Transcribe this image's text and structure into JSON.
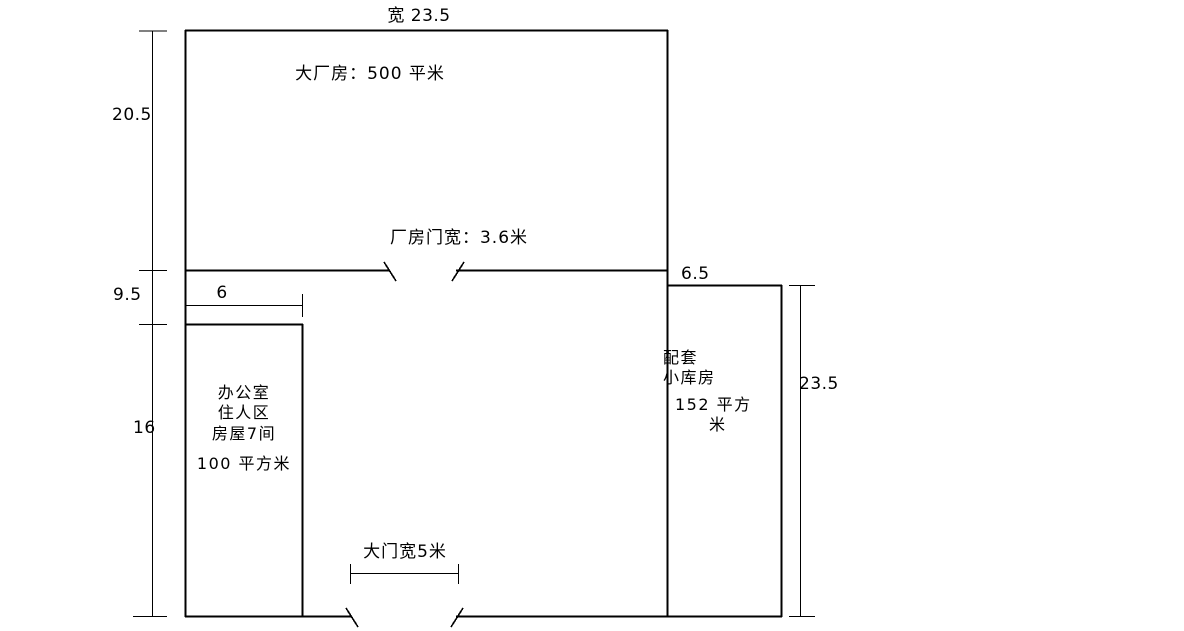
{
  "diagram": {
    "type": "architectural-floor-plan",
    "title_text": "宽 23.5",
    "units": "米",
    "line_color": "#000000",
    "background_color": "#ffffff"
  },
  "dimensions": {
    "overall_width": {
      "label": "宽 23.5",
      "value": "23.5",
      "position": "top"
    },
    "left_upper": {
      "label": "20.5",
      "value": "20.5",
      "position": "left"
    },
    "left_middle": {
      "label": "9.5",
      "value": "9.5",
      "position": "left"
    },
    "left_lower": {
      "label": "16",
      "value": "16",
      "position": "left"
    },
    "office_width": {
      "label": "6",
      "value": "6",
      "position": "top-of-office"
    },
    "warehouse_offset": {
      "label": "6.5",
      "value": "6.5",
      "position": "above-warehouse"
    },
    "right_height": {
      "label": "23.5",
      "value": "23.5",
      "position": "right"
    }
  },
  "rooms": {
    "factory": {
      "label": "大厂房：500 平米",
      "name": "大厂房",
      "area": "500",
      "area_unit": "平米"
    },
    "office": {
      "line1": "办公室",
      "line2": "住人区",
      "line3": "房屋7间",
      "area_line": "100 平方米",
      "area": "100"
    },
    "warehouse": {
      "line1": "配套",
      "line2": "小库房",
      "line3": "152 平方",
      "line4": "米",
      "area": "152"
    }
  },
  "annotations": {
    "factory_door": {
      "label": "厂房门宽：3.6米",
      "value": "3.6",
      "unit": "米"
    },
    "main_gate": {
      "label": "大门宽5米",
      "value": "5",
      "unit": "米"
    }
  }
}
